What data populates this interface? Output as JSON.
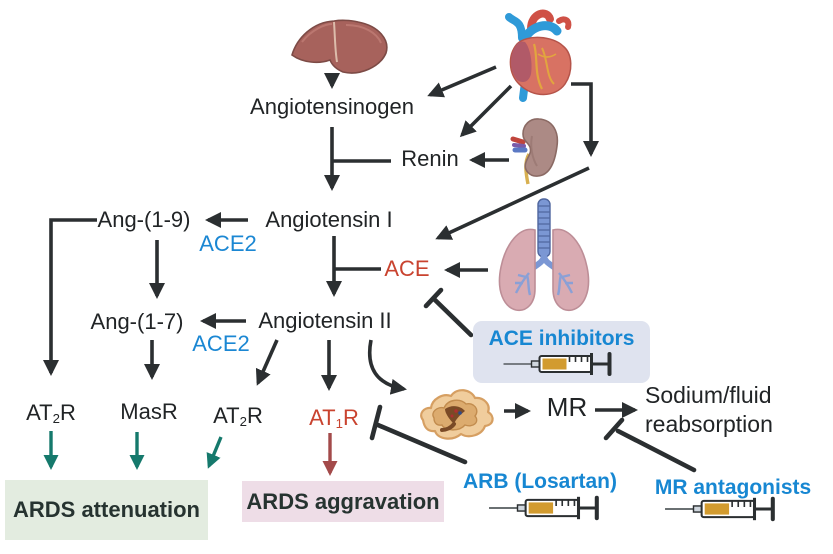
{
  "title": "Renin-angiotensin system pathway in ARDS",
  "palette": {
    "line": "#2b2f31",
    "text": "#212426",
    "enzyme_blue": "#1b87d3",
    "drug_blue": "#1787d2",
    "risk_red": "#c9432f",
    "aggravation_arrow_red": "#a34a4a",
    "attenuation_arrow_teal": "#15796c",
    "attenuation_box_bg": "#e3ece0",
    "aggravation_box_bg": "#eedde7",
    "drug_box_bg": "#dfe3ef"
  },
  "nodes": {
    "angiotensinogen": "Angiotensinogen",
    "renin": "Renin",
    "ang_1_9": "Ang-(1-9)",
    "ace2_upper": "ACE2",
    "angiotensin_i": "Angiotensin I",
    "ace": "ACE",
    "ang_1_7": "Ang-(1-7)",
    "ace2_lower": "ACE2",
    "angiotensin_ii": "Angiotensin II",
    "at2r_left": {
      "base": "AT",
      "sub": "2",
      "suffix": "R"
    },
    "masr": "MasR",
    "at2r_center": {
      "base": "AT",
      "sub": "2",
      "suffix": "R"
    },
    "at1r": {
      "base": "AT",
      "sub": "1",
      "suffix": "R"
    },
    "mr": "MR",
    "sodium_fluid_line1": "Sodium/fluid",
    "sodium_fluid_line2": "reabsorption"
  },
  "drugs": {
    "ace_inhibitors": "ACE inhibitors",
    "arb": "ARB (Losartan)",
    "mr_antagonists": "MR antagonists"
  },
  "outcomes": {
    "ards_attenuation": "ARDS attenuation",
    "ards_aggravation": "ARDS aggravation"
  },
  "organs": {
    "liver": "liver",
    "heart": "heart",
    "kidney": "kidney",
    "lungs": "lungs",
    "adrenal_gland": "adrenal gland"
  }
}
